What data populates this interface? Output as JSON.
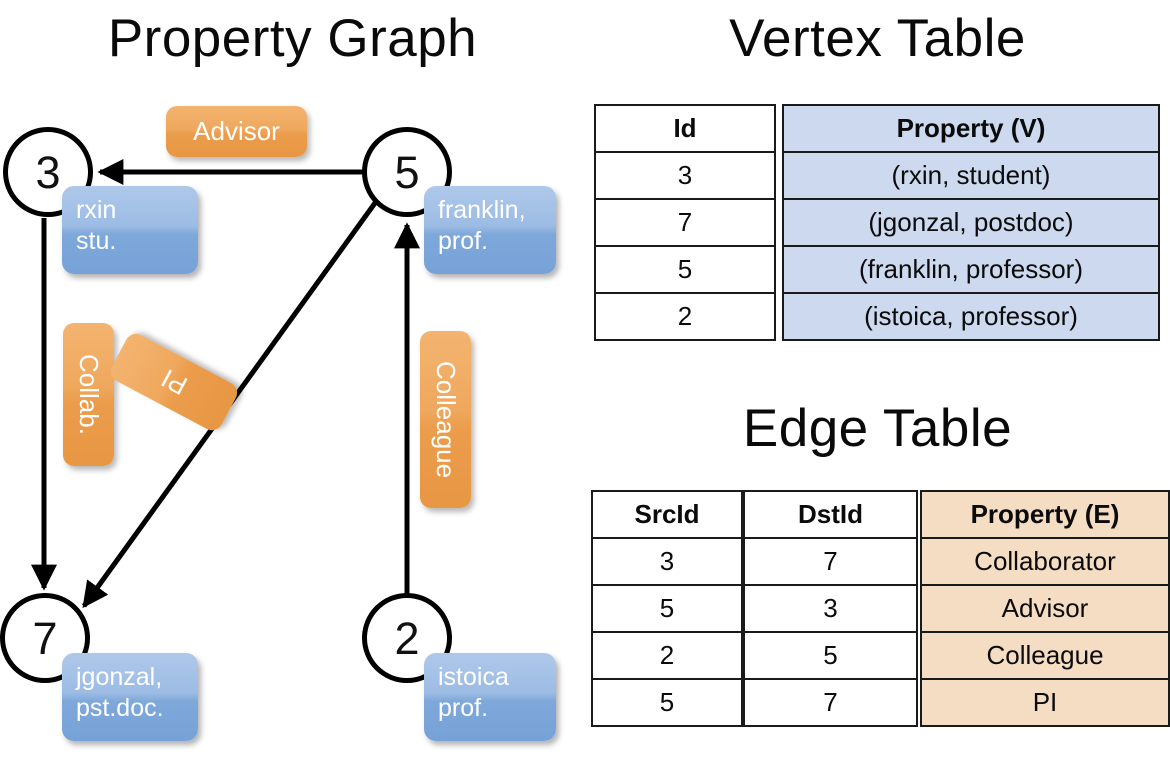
{
  "titles": {
    "property_graph": "Property Graph",
    "vertex_table": "Vertex Table",
    "edge_table": "Edge Table"
  },
  "graph": {
    "nodes": [
      {
        "id": "3",
        "property_line1": "rxin",
        "property_line2": "stu."
      },
      {
        "id": "5",
        "property_line1": "franklin,",
        "property_line2": "prof."
      },
      {
        "id": "7",
        "property_line1": "jgonzal,",
        "property_line2": "pst.doc."
      },
      {
        "id": "2",
        "property_line1": "istoica",
        "property_line2": "prof."
      }
    ],
    "edge_labels": {
      "advisor": "Advisor",
      "collab": "Collab.",
      "pi": "PI",
      "colleague": "Colleague"
    }
  },
  "vertex_table": {
    "headers": {
      "id": "Id",
      "property": "Property (V)"
    },
    "rows": [
      {
        "id": "3",
        "property": "(rxin, student)"
      },
      {
        "id": "7",
        "property": "(jgonzal, postdoc)"
      },
      {
        "id": "5",
        "property": "(franklin, professor)"
      },
      {
        "id": "2",
        "property": "(istoica, professor)"
      }
    ]
  },
  "edge_table": {
    "headers": {
      "src": "SrcId",
      "dst": "DstId",
      "property": "Property (E)"
    },
    "rows": [
      {
        "src": "3",
        "dst": "7",
        "property": "Collaborator"
      },
      {
        "src": "5",
        "dst": "3",
        "property": "Advisor"
      },
      {
        "src": "2",
        "dst": "5",
        "property": "Colleague"
      },
      {
        "src": "5",
        "dst": "7",
        "property": "PI"
      }
    ]
  },
  "colors": {
    "vertex_property_fill": "#ccd9ee",
    "edge_property_fill": "#f5ddc4",
    "node_box_blue": "#9dbce4",
    "edge_label_orange": "#efa85d",
    "stroke": "#000000"
  }
}
